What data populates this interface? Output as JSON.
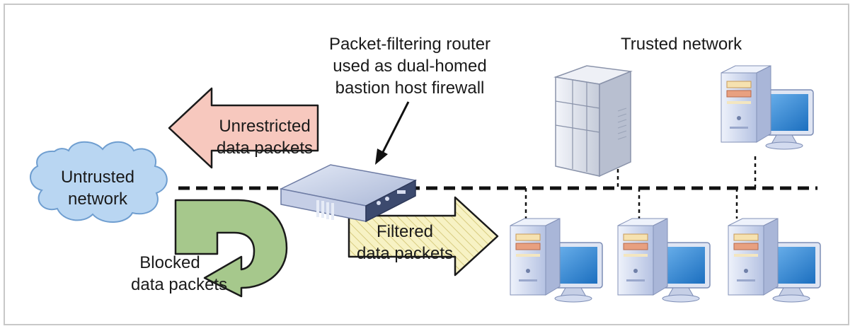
{
  "labels": {
    "router_line1": "Packet-filtering router",
    "router_line2": "used as dual-homed",
    "router_line3": "bastion host firewall",
    "trusted_network": "Trusted network",
    "untrusted_line1": "Untrusted",
    "untrusted_line2": "network",
    "unrestricted_line1": "Unrestricted",
    "unrestricted_line2": "data packets",
    "filtered_line1": "Filtered",
    "filtered_line2": "data packets",
    "blocked_line1": "Blocked",
    "blocked_line2": "data packets"
  },
  "colors": {
    "unrestricted_arrow": "#f7c8be",
    "blocked_arrow": "#a6c88c",
    "filtered_arrow": "#f7f2c4",
    "filtered_hatch": "#d8cc80",
    "cloud": "#b9d6f2",
    "computer_case": "#c9d3ec",
    "monitor_screen": "#2f86d4",
    "network_line": "#111111"
  },
  "icons": [
    "cloud-icon",
    "router-icon",
    "server-icon",
    "computer-icon"
  ]
}
